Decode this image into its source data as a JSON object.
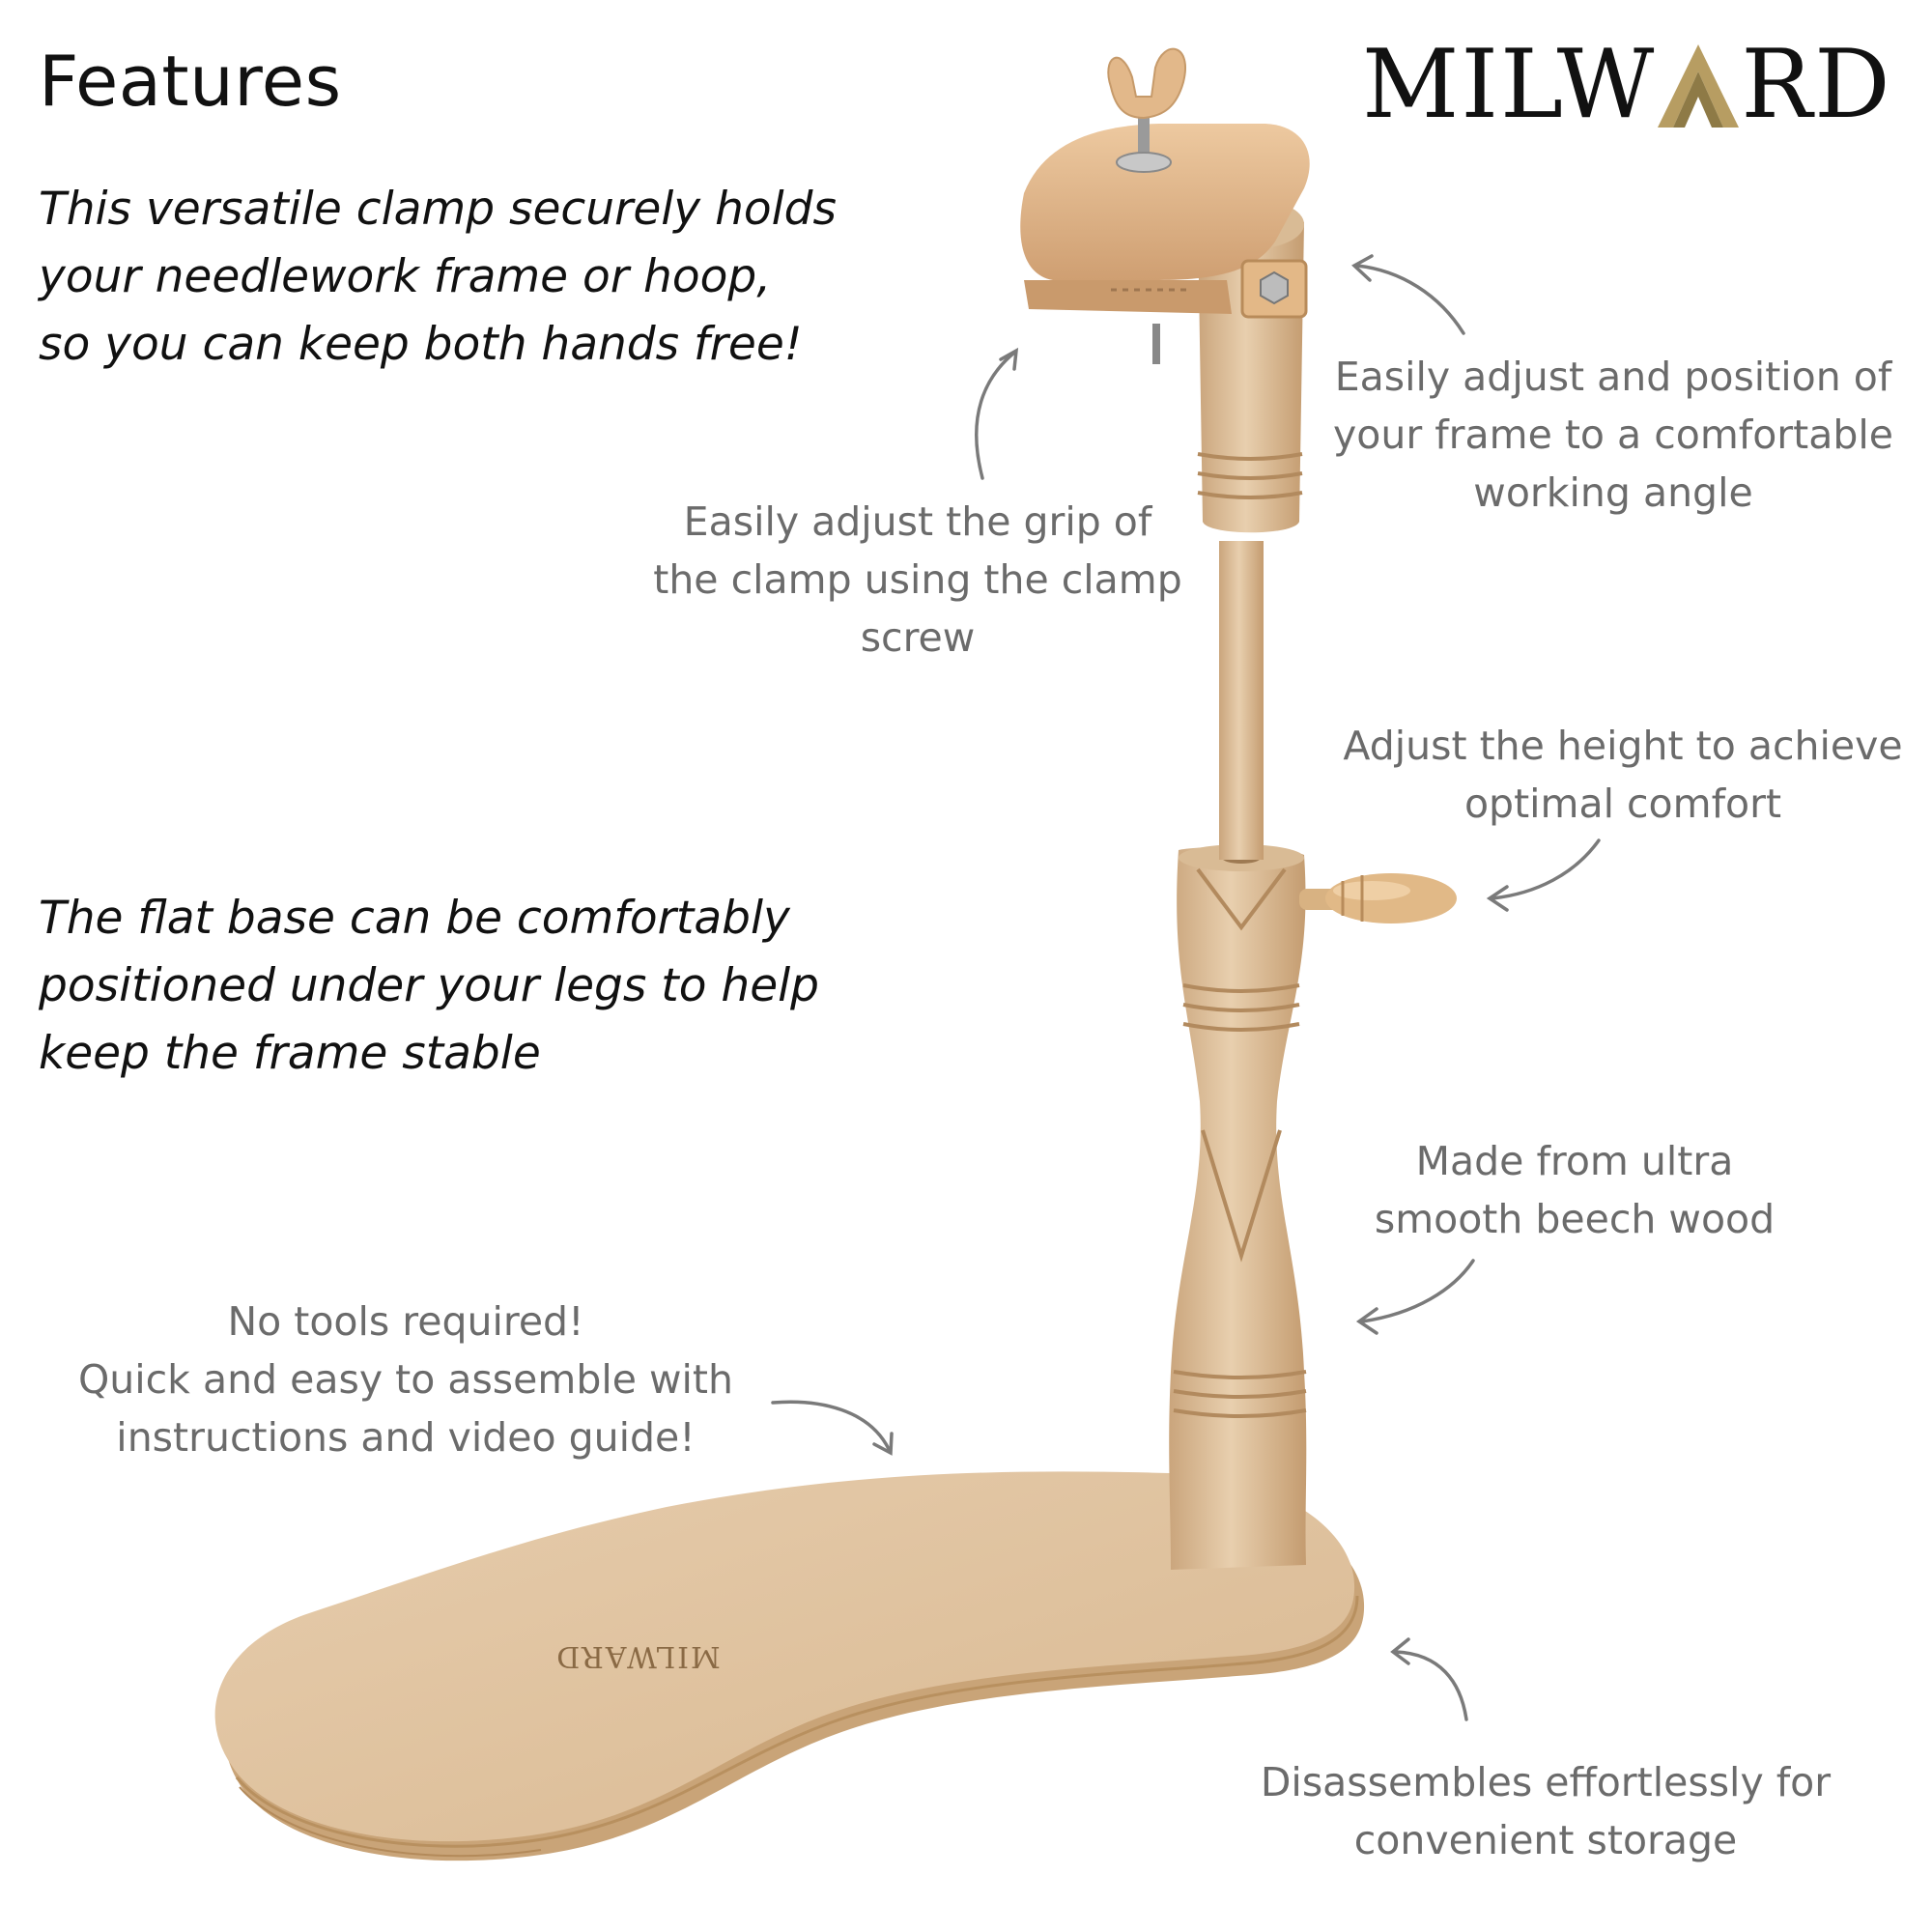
{
  "header": {
    "title": "Features",
    "logo_text": "MILWARD",
    "logo_left": "MILW",
    "logo_right": "RD"
  },
  "intro": {
    "clamp_lines": [
      "This versatile clamp securely holds",
      "your needlework frame or hoop,",
      "so you can keep both hands free!"
    ],
    "base_lines": [
      "The flat base can be comfortably",
      "positioned under your legs to help",
      "keep the frame stable"
    ]
  },
  "callouts": {
    "grip": [
      "Easily adjust the grip of",
      "the clamp using the clamp",
      "screw"
    ],
    "angle": [
      "Easily adjust and position of",
      "your frame to a comfortable",
      "working angle"
    ],
    "height": [
      "Adjust the height to achieve",
      "optimal comfort"
    ],
    "wood": [
      "Made from ultra",
      "smooth beech wood"
    ],
    "tools": [
      "No tools required!",
      "Quick and easy to assemble with",
      "instructions and video guide!"
    ],
    "storage": [
      "Disassembles effortlessly for",
      "convenient storage"
    ]
  },
  "base_engraving": "MILWARD",
  "colors": {
    "text_dark": "#111111",
    "callout_gray": "#6b6b6b",
    "arrow_gray": "#7a7a7a",
    "wood_light": "#e3c9a8",
    "wood_mid": "#d4b48c",
    "clamp_tan": "#e2b98e",
    "logo_gold": "#b79d62"
  }
}
